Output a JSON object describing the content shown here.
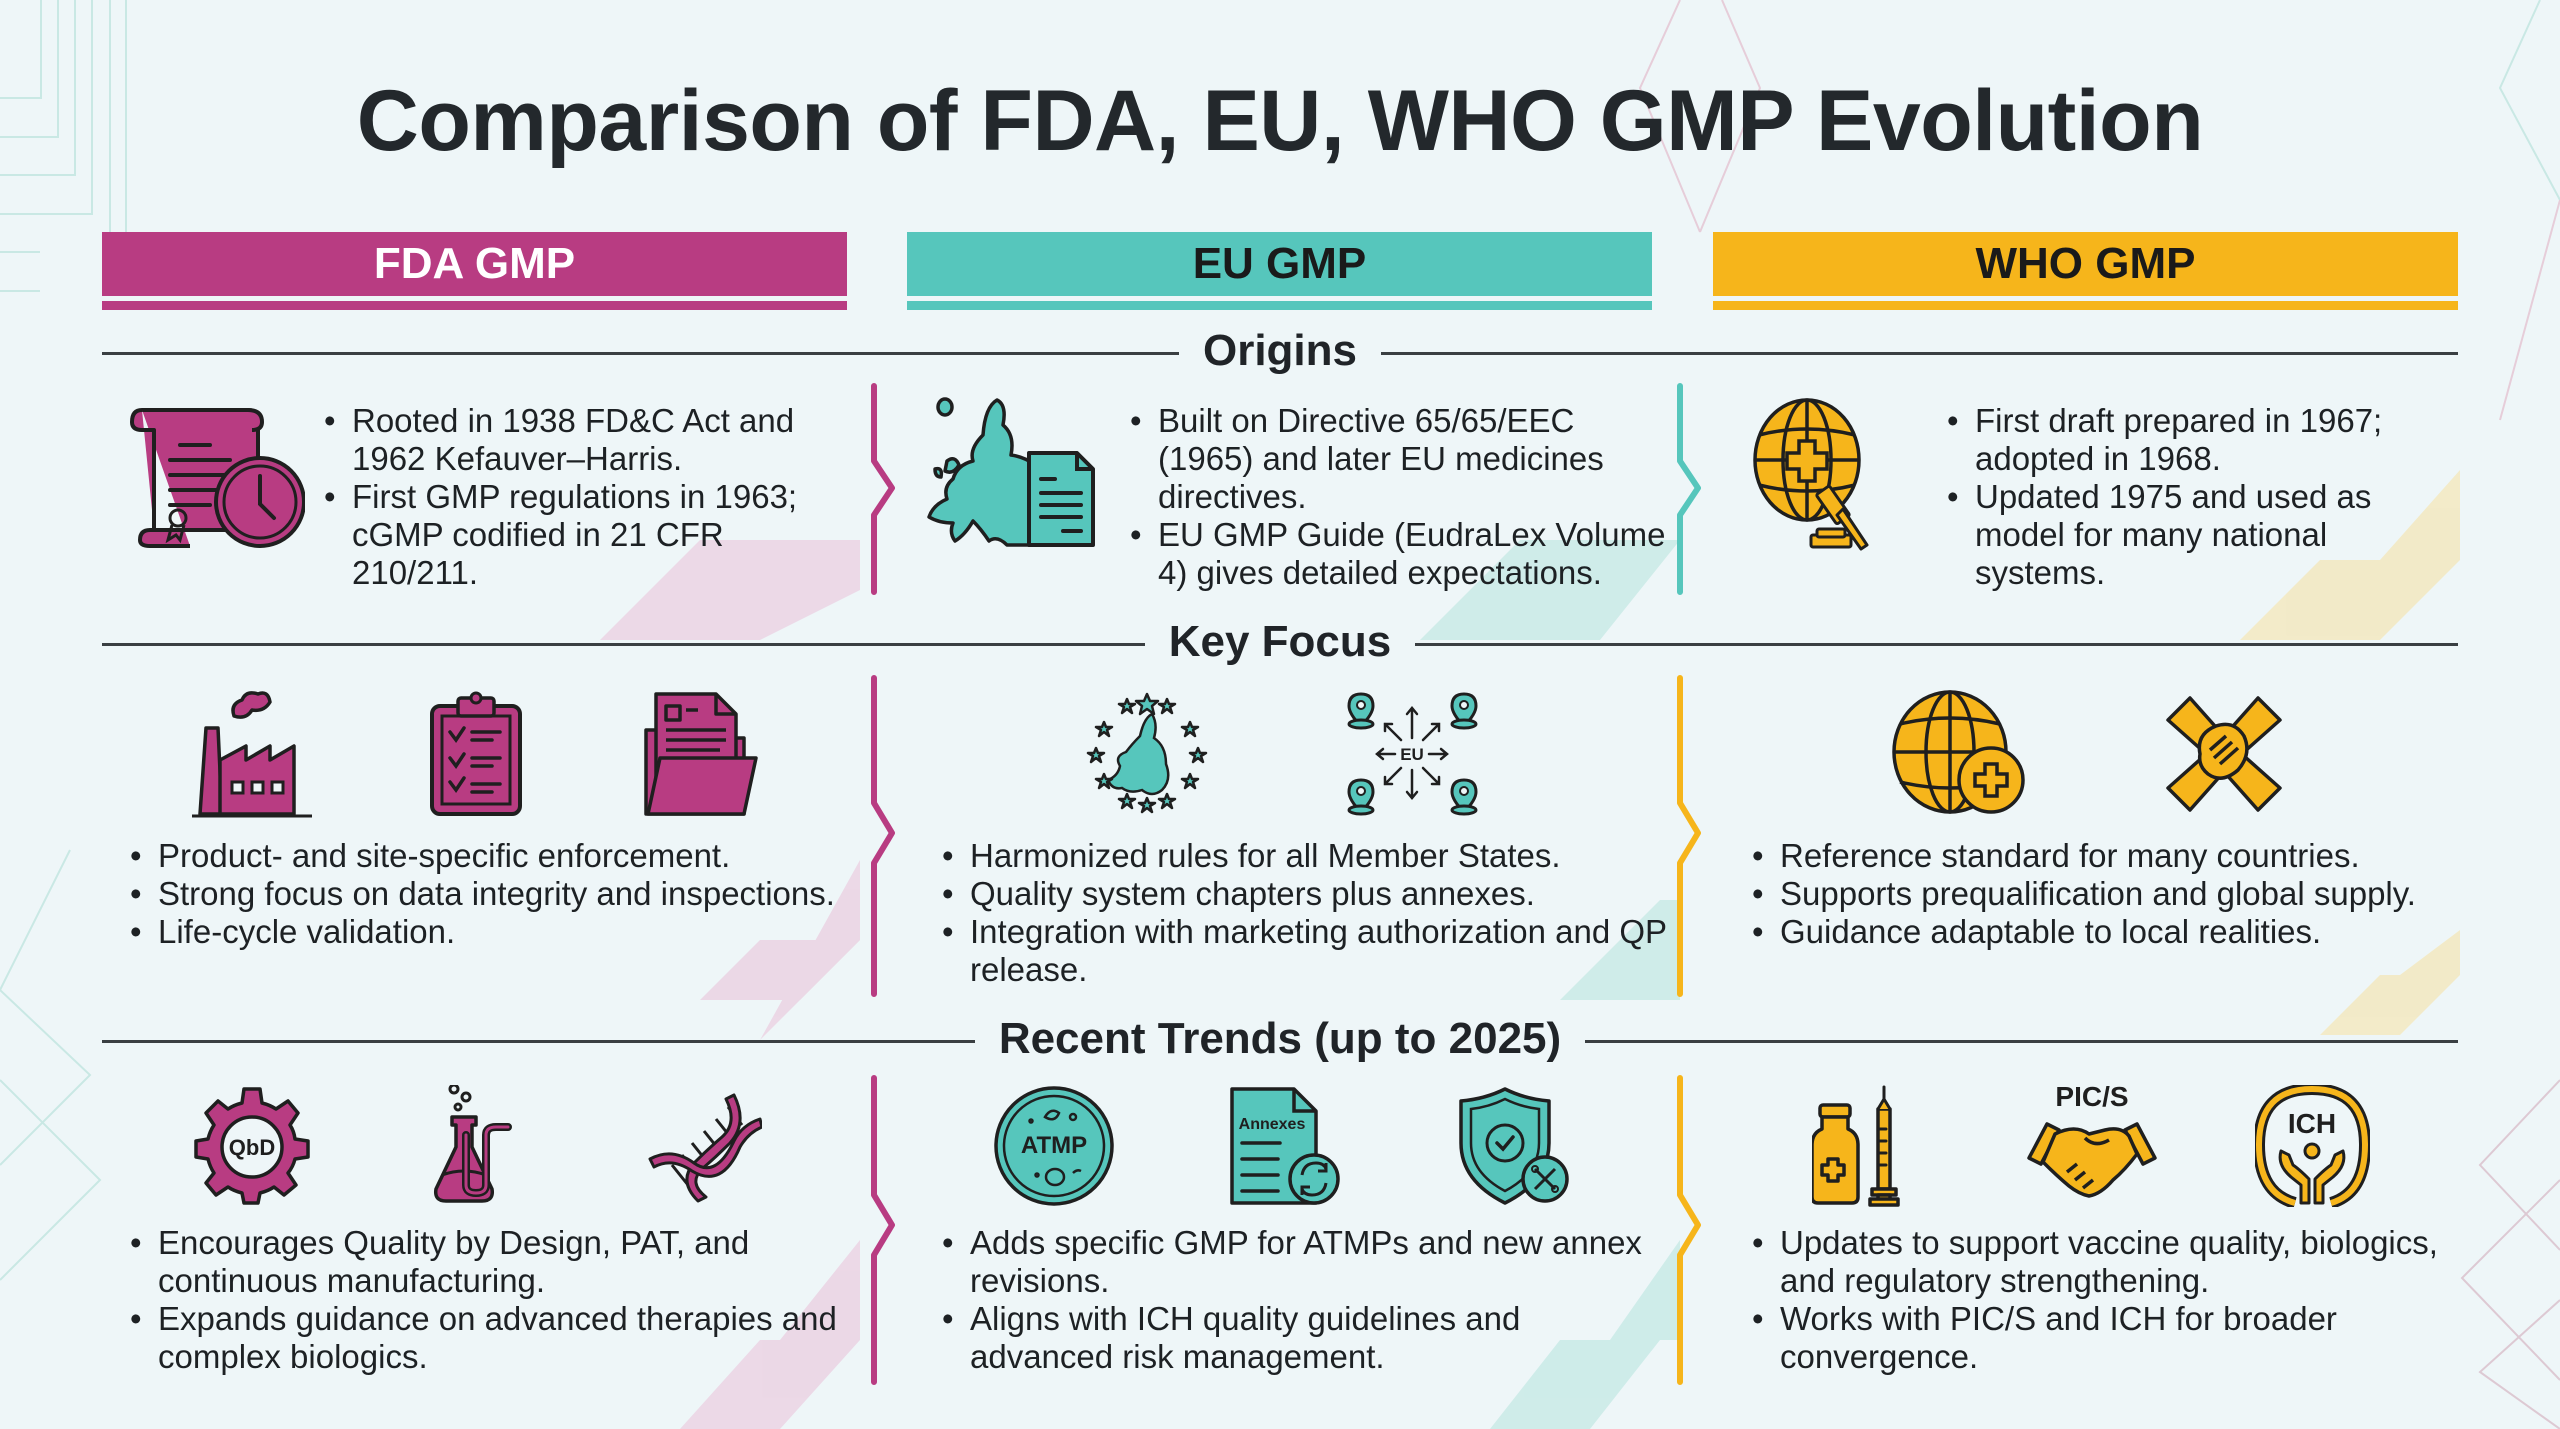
{
  "title": "Comparison of FDA, EU, WHO GMP Evolution",
  "colors": {
    "fda": "#b83c82",
    "eu": "#56c6bc",
    "who": "#f6b51b",
    "text_dark": "#1f2326",
    "background": "#eef6f8"
  },
  "columns": [
    {
      "id": "fda",
      "label": "FDA GMP",
      "color": "#b83c82",
      "label_color": "#ffffff"
    },
    {
      "id": "eu",
      "label": "EU GMP",
      "color": "#56c6bc",
      "label_color": "#1a1a1a"
    },
    {
      "id": "who",
      "label": "WHO GMP",
      "color": "#f6b51b",
      "label_color": "#1a1a1a"
    }
  ],
  "sections": {
    "origins": {
      "title": "Origins",
      "fda": {
        "icons": [
          "scroll-clock-icon"
        ],
        "bullets": [
          "Rooted in 1938 FD&C Act and 1962 Kefauver–Harris.",
          "First GMP regulations in 1963; cGMP codified in 21 CFR 210/211."
        ]
      },
      "eu": {
        "icons": [
          "europe-map-document-icon"
        ],
        "bullets": [
          "Built on Directive 65/65/EEC (1965) and later EU medicines directives.",
          "EU GMP Guide (EudraLex Volume 4) gives detailed expectations."
        ]
      },
      "who": {
        "icons": [
          "globe-gavel-icon"
        ],
        "bullets": [
          "First draft prepared in 1967; adopted in 1968.",
          "Updated 1975 and used as model for many national systems."
        ]
      }
    },
    "key_focus": {
      "title": "Key Focus",
      "fda": {
        "icons": [
          "factory-icon",
          "clipboard-checklist-icon",
          "folder-document-icon"
        ],
        "bullets": [
          "Product- and site-specific enforcement.",
          "Strong focus on data integrity and inspections.",
          "Life-cycle validation."
        ]
      },
      "eu": {
        "icons": [
          "eu-stars-map-icon",
          "eu-network-pins-icon"
        ],
        "icon_label": "EU",
        "bullets": [
          "Harmonized rules for all Member States.",
          "Quality system chapters plus annexes.",
          "Integration with marketing authorization and QP release."
        ]
      },
      "who": {
        "icons": [
          "globe-plus-icon",
          "joined-hands-icon"
        ],
        "bullets": [
          "Reference standard for many countries.",
          "Supports prequalification and global supply.",
          "Guidance adaptable to local realities."
        ]
      }
    },
    "recent_trends": {
      "title": "Recent Trends (up to 2025)",
      "fda": {
        "icons": [
          "qbd-gear-icon",
          "flask-icon",
          "dna-icon"
        ],
        "icon_labels": {
          "qbd": "QbD"
        },
        "bullets": [
          "Encourages Quality by Design, PAT, and continuous manufacturing.",
          "Expands guidance on advanced therapies and complex biologics."
        ]
      },
      "eu": {
        "icons": [
          "atmp-cell-icon",
          "annexes-document-icon",
          "shield-check-icon"
        ],
        "icon_labels": {
          "atmp": "ATMP",
          "annexes": "Annexes"
        },
        "bullets": [
          "Adds specific GMP for ATMPs and new annex revisions.",
          "Aligns with ICH quality guidelines and advanced risk management."
        ]
      },
      "who": {
        "icons": [
          "vial-syringe-icon",
          "pics-handshake-icon",
          "ich-hands-icon"
        ],
        "icon_labels": {
          "pics": "PIC/S",
          "ich": "ICH"
        },
        "bullets": [
          "Updates to support vaccine quality, biologics, and regulatory strengthening.",
          "Works with PIC/S and ICH for broader convergence."
        ]
      }
    }
  }
}
